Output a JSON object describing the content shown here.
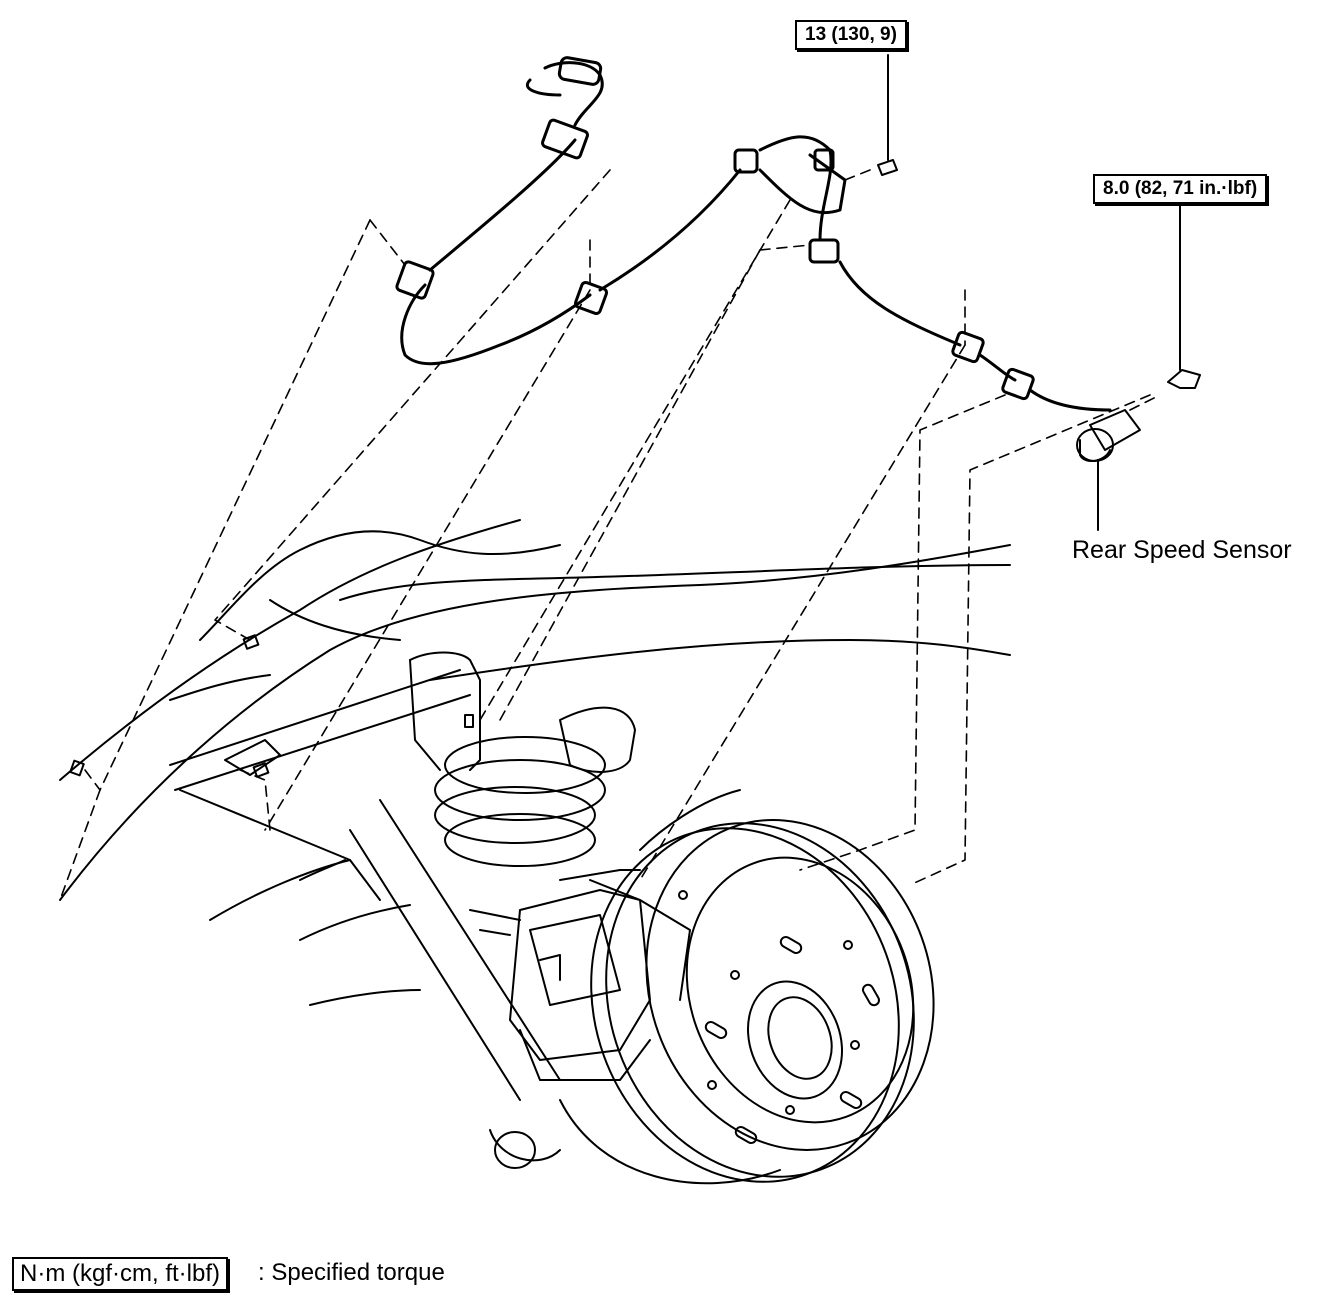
{
  "callouts": {
    "torque_bolt_upper": "13 (130, 9)",
    "torque_bolt_sensor": "8.0 (82, 71 in.·lbf)",
    "rear_speed_sensor": "Rear Speed Sensor"
  },
  "legend": {
    "unit_box": "N·m (kgf·cm, ft·lbf)",
    "description": ": Specified torque"
  }
}
